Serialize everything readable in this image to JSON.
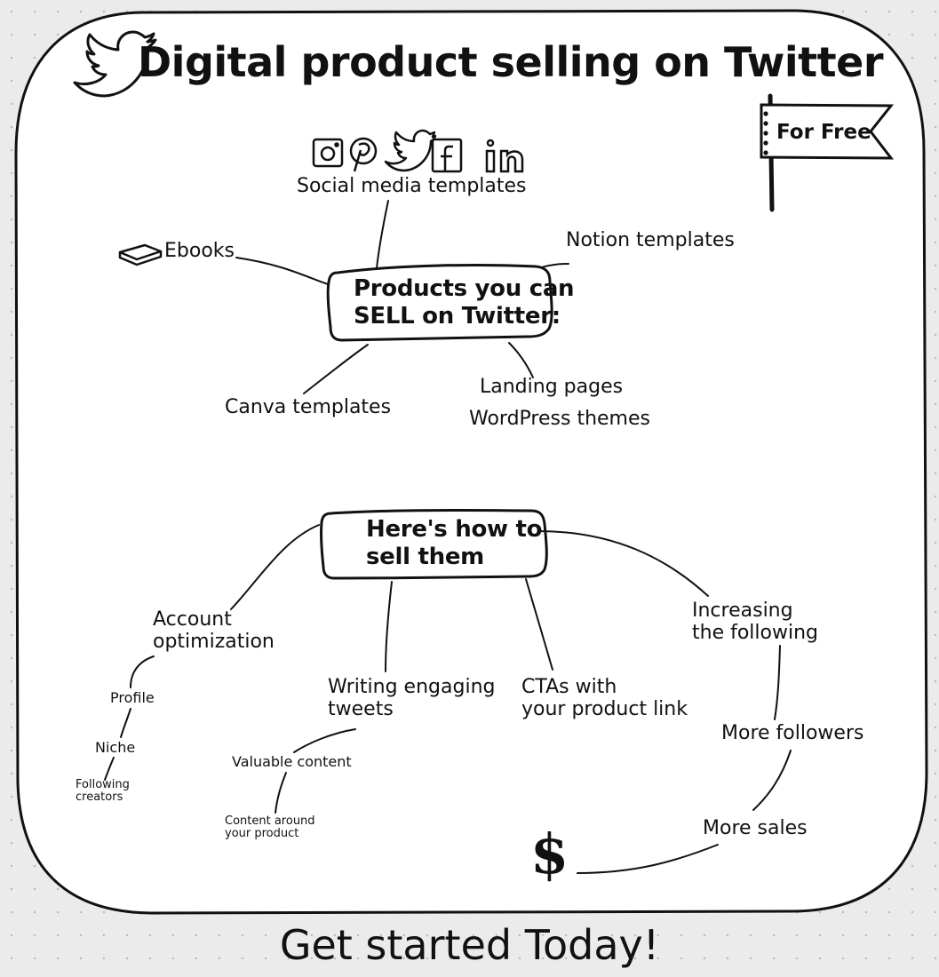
{
  "title": "Digital product selling on Twitter",
  "flag_label": "For Free",
  "products": {
    "hub": [
      "Products you can",
      "SELL on Twitter:"
    ],
    "social_icons": [
      "instagram-icon",
      "pinterest-icon",
      "twitter-icon",
      "facebook-icon",
      "linkedin-icon"
    ],
    "social_media_templates": "Social media templates",
    "ebooks": "Ebooks",
    "notion_templates": "Notion templates",
    "canva_templates": "Canva templates",
    "landing_pages": "Landing pages",
    "wordpress_themes": "WordPress themes"
  },
  "howto": {
    "hub": [
      "Here's how to",
      "sell them"
    ],
    "account_optimization": [
      "Account",
      "optimization"
    ],
    "profile": "Profile",
    "niche": "Niche",
    "following_creators": [
      "Following",
      "creators"
    ],
    "writing_engaging_tweets": [
      "Writing engaging",
      "tweets"
    ],
    "valuable_content": "Valuable content",
    "content_around_product": [
      "Content around",
      "your product"
    ],
    "ctas": [
      "CTAs with",
      "your product link"
    ],
    "increasing_following": [
      "Increasing",
      "the following"
    ],
    "more_followers": "More followers",
    "more_sales": "More sales",
    "dollar": "$"
  },
  "footer": "Get started Today!",
  "colors": {
    "ink": "#111111",
    "card": "#ffffff",
    "background": "#ebebeb",
    "dots": "#b9b9b9"
  }
}
